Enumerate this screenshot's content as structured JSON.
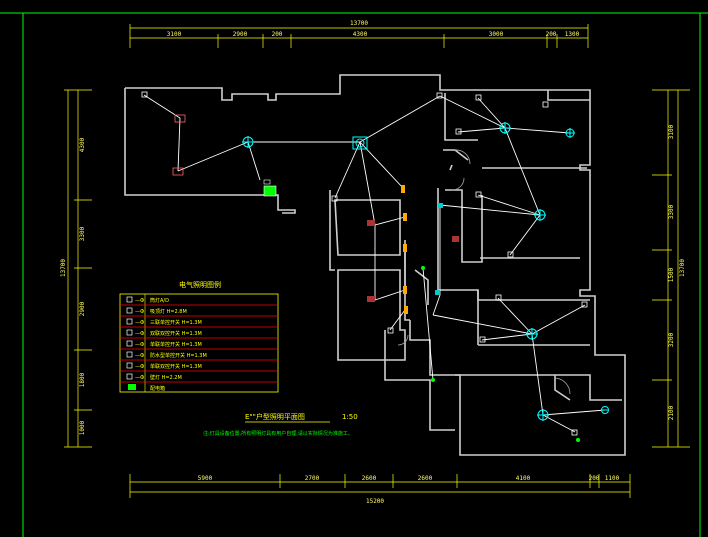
{
  "drawing": {
    "title": "E\"\"户型照明平面图",
    "scale": "1:50",
    "note": "注:灯具设备位置,所有照明灯具有用户自理,请以实际情况为准施工。",
    "legend_title": "电气照明图例",
    "legend_rows": [
      {
        "code": "—Ф",
        "label": "筒灯A/D"
      },
      {
        "code": "—Ф",
        "label": "吸顶灯 H=2.8M"
      },
      {
        "code": "—Ф",
        "label": "三联单控开关  H=1.3M"
      },
      {
        "code": "—Ф",
        "label": "双联双控开关  H=1.3M"
      },
      {
        "code": "—Ф",
        "label": "单联单控开关  H=1.3M"
      },
      {
        "code": "—Ф",
        "label": "防水型单控开关  H=1.3M"
      },
      {
        "code": "—Ф",
        "label": "单联双控开关  H=1.3M"
      },
      {
        "code": "—Ф",
        "label": "壁灯 H=2.2M"
      },
      {
        "code": "",
        "label": "配电箱"
      }
    ],
    "colors": {
      "wall": "#d8d8d8",
      "wire": "#ffffff",
      "fixture": "#00ffff",
      "dim": "#ffff00",
      "frame": "#00ff00",
      "legend_row": "#ff0000"
    }
  },
  "dimensions": {
    "top_total": "13700",
    "top_segments": [
      "3100",
      "2900",
      "200",
      "4300",
      "3000",
      "200",
      "1300"
    ],
    "bottom_total": "15200",
    "bottom_segments": [
      "5900",
      "2700",
      "2600",
      "2600",
      "4100",
      "200",
      "1100"
    ],
    "left_total": "13700",
    "left_segments": [
      "4300",
      "3300",
      "2900",
      "1800",
      "1000"
    ],
    "right_total": "13700",
    "right_segments": [
      "3100",
      "3300",
      "1500",
      "3200",
      "2100"
    ]
  }
}
